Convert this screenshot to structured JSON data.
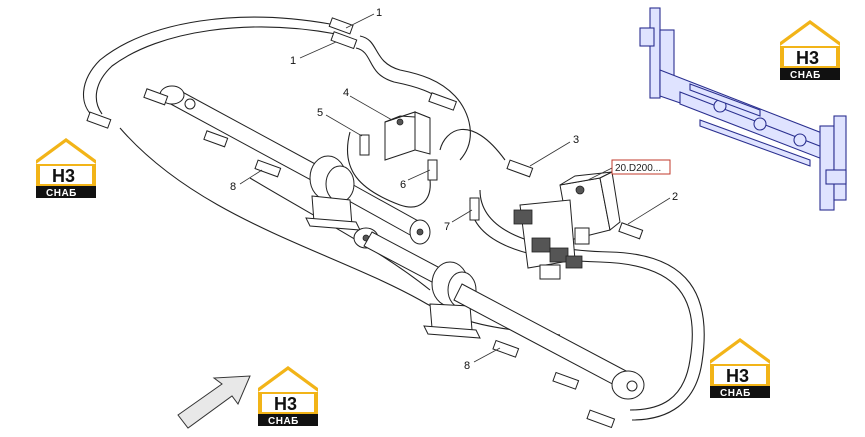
{
  "callouts": [
    {
      "id": "c1a",
      "label": "1"
    },
    {
      "id": "c1b",
      "label": "1"
    },
    {
      "id": "c2",
      "label": "2"
    },
    {
      "id": "c3",
      "label": "3"
    },
    {
      "id": "c4",
      "label": "4"
    },
    {
      "id": "c5",
      "label": "5"
    },
    {
      "id": "c6",
      "label": "6"
    },
    {
      "id": "c7",
      "label": "7"
    },
    {
      "id": "c8a",
      "label": "8"
    },
    {
      "id": "c8b",
      "label": "8"
    }
  ],
  "reference_box": {
    "label": "20.D200..."
  },
  "logo": {
    "main": "H3",
    "sub": "СНАБ",
    "accent": "#f2b418"
  },
  "machine_color": "#2a2f8f"
}
